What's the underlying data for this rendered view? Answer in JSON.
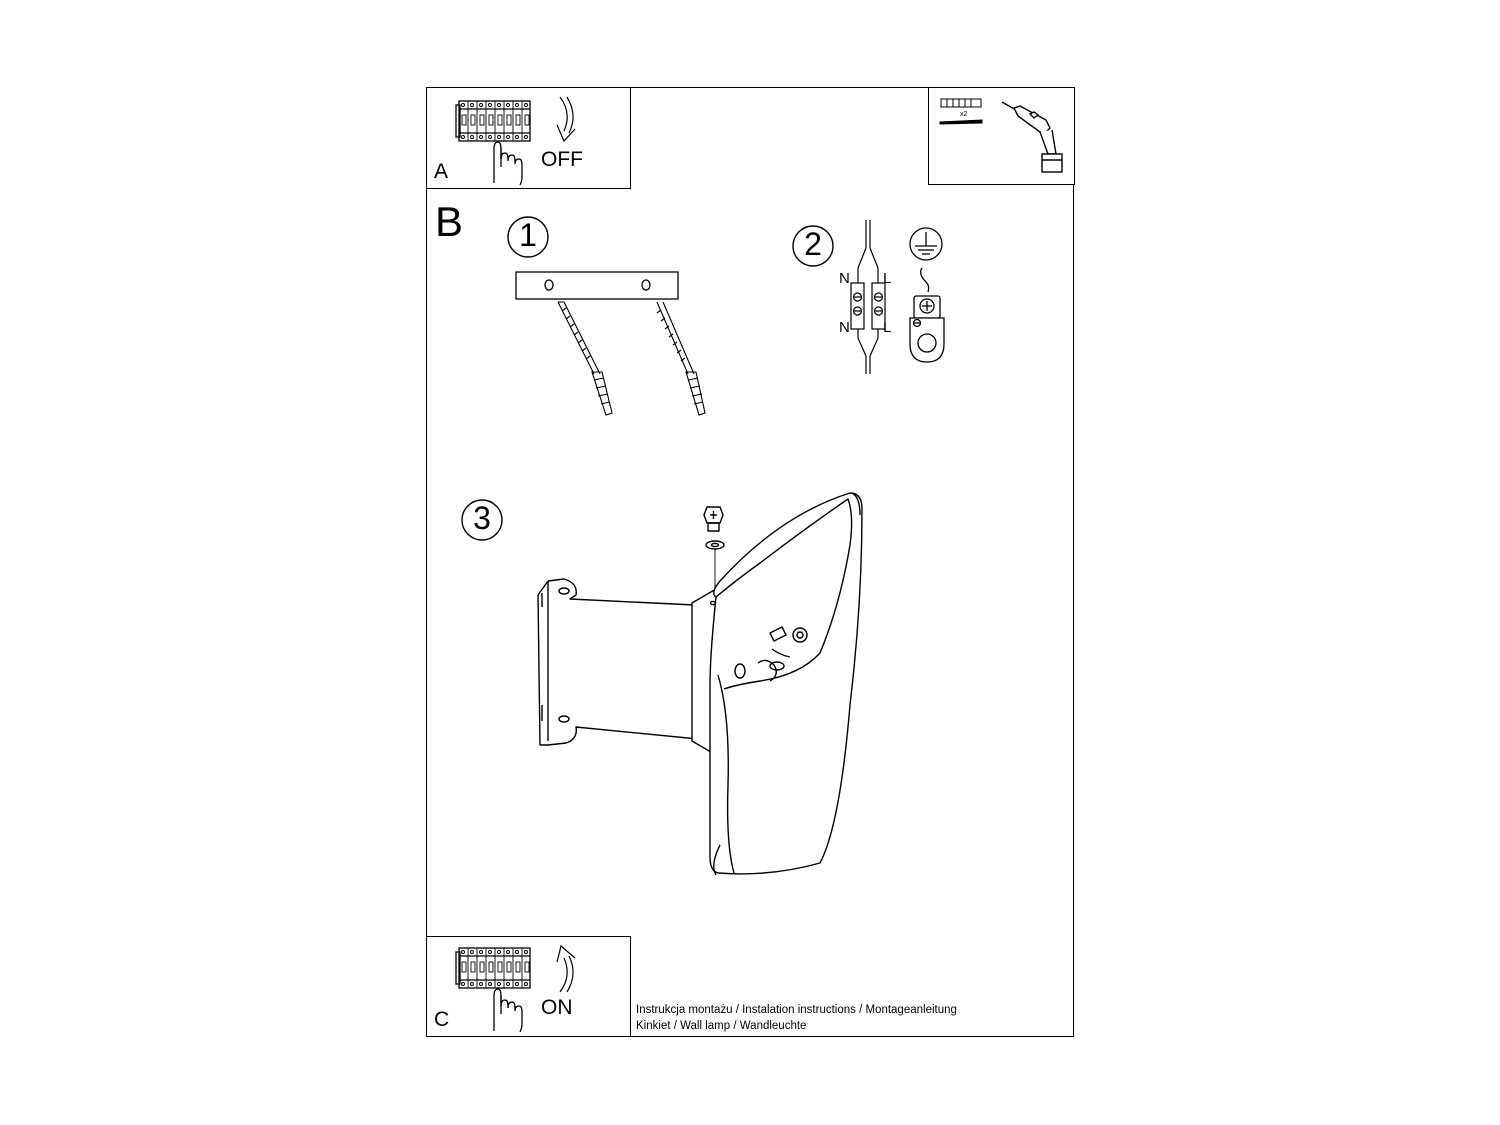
{
  "panel_a": {
    "letter": "A",
    "switch_label": "OFF"
  },
  "tools": {
    "count_label": "x2"
  },
  "section_b": {
    "letter": "B"
  },
  "steps": [
    {
      "number": "1"
    },
    {
      "number": "2",
      "labels": {
        "n_top": "N",
        "l_top": "L",
        "n_bottom": "N",
        "l_bottom": "L"
      }
    },
    {
      "number": "3"
    }
  ],
  "panel_c": {
    "letter": "C",
    "switch_label": "ON"
  },
  "caption": {
    "line1": "Instrukcja montażu / Instalation instructions / Montageanleitung",
    "line2": "Kinkiet  / Wall lamp / Wandleuchte"
  }
}
